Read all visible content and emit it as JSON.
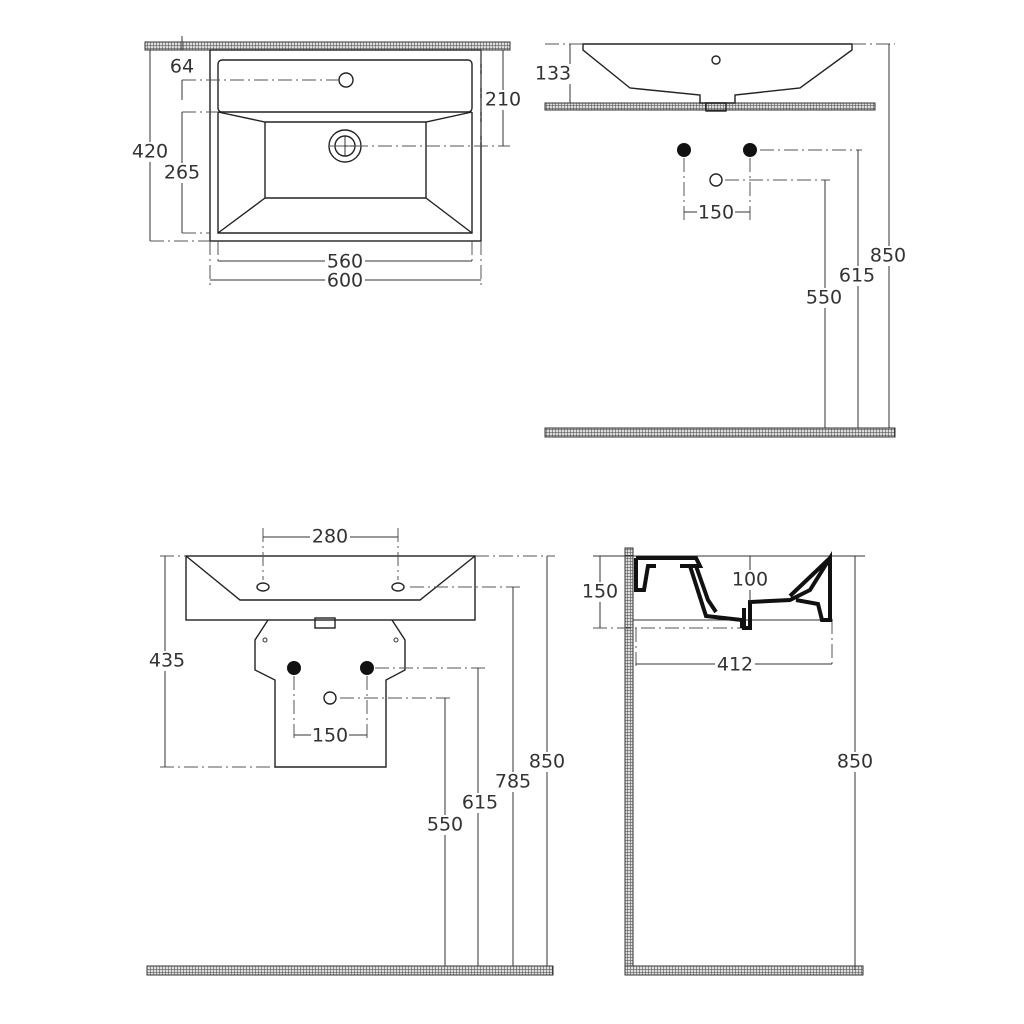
{
  "title": "Wall-hung washbasin 600 technical drawing",
  "colors": {
    "line": "#222222",
    "hatch": "#555555",
    "background": "#ffffff"
  },
  "units": "mm",
  "plan_view": {
    "dims": {
      "tap_offset": "64",
      "depth": "420",
      "bowl_depth": "265",
      "drain_offset": "210",
      "inner_width": "560",
      "width": "600"
    }
  },
  "side_view": {
    "dims": {
      "height": "133",
      "supply_spacing": "150",
      "waste_height": "550",
      "supply_height": "615",
      "install_height": "850"
    }
  },
  "front_view": {
    "dims": {
      "fixing_spacing": "280",
      "supply_spacing": "150",
      "pedestal_height": "435",
      "waste_height": "550",
      "supply_height": "615",
      "fixing_height": "785",
      "install_height": "850"
    }
  },
  "section_view": {
    "dims": {
      "height": "150",
      "bowl_depth": "100",
      "projection": "412",
      "install_height": "850"
    }
  }
}
